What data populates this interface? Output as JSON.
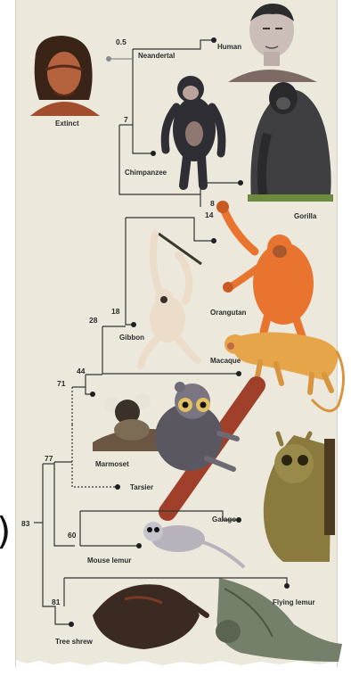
{
  "taxa": {
    "human": "Human",
    "neandertal": "Neandertal",
    "extinct": "Extinct",
    "chimpanzee": "Chimpanzee",
    "gorilla": "Gorilla",
    "orangutan": "Orangutan",
    "gibbon": "Gibbon",
    "macaque": "Macaque",
    "marmoset": "Marmoset",
    "tarsier": "Tarsier",
    "galago": "Galago",
    "mouse_lemur": "Mouse lemur",
    "flying_lemur": "Flying lemur",
    "tree_shrew": "Tree shrew"
  },
  "node_values": {
    "neandertal_split": "0.5",
    "chimp_split": "7",
    "gorilla_split": "8",
    "orangutan_split": "14",
    "gibbon_split": "18",
    "macaque_split": "28",
    "marmoset_split": "44",
    "tarsier_split": "71",
    "strepsirrhine_split": "77",
    "lemur_split": "60",
    "root": "83",
    "flying_lemur_split": "81"
  },
  "legend_marks": {
    "extinct_marker_color": "#8a8a8a",
    "living_marker_color": "#1f1f1f",
    "tarsier_branch_style": "dotted"
  },
  "side_mark": ")"
}
